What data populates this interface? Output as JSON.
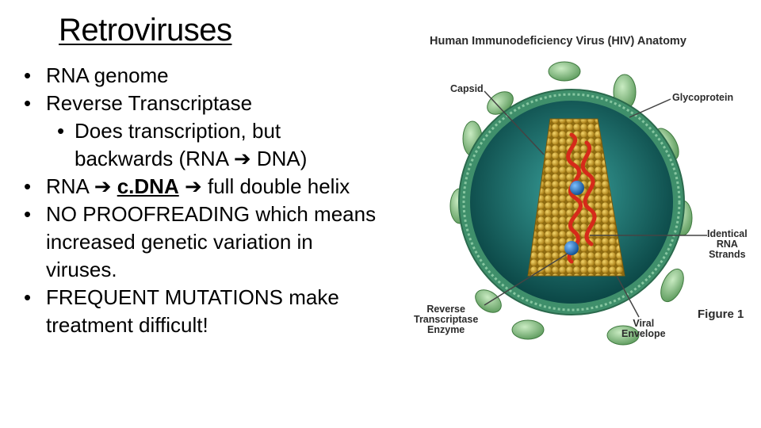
{
  "slide": {
    "title": "Retroviruses",
    "bullets": {
      "b1": "RNA genome",
      "b2": "Reverse Transcriptase",
      "b2_sub_line1": "Does transcription, but",
      "b2_sub_line2_pre": "backwards (RNA ",
      "b2_sub_line2_post": " DNA)",
      "b3_pre": "RNA ",
      "b3_cdna": "c.DNA",
      "b3_post": " full double helix",
      "b4_line1": "NO PROOFREADING which means",
      "b4_line2": "increased genetic variation in",
      "b4_line3": "viruses.",
      "b5_line1": "FREQUENT MUTATIONS make",
      "b5_line2": "treatment difficult!"
    },
    "bullet_glyph": "•",
    "arrow_glyph": "➔"
  },
  "figure": {
    "title": "Human Immunodeficiency Virus (HIV) Anatomy",
    "labels": {
      "capsid": "Capsid",
      "glycoprotein": "Glycoprotein",
      "rna_line1": "Identical",
      "rna_line2": "RNA",
      "rna_line3": "Strands",
      "rt_line1": "Reverse",
      "rt_line2": "Transcriptase",
      "rt_line3": "Enzyme",
      "env_line1": "Viral",
      "env_line2": "Envelope"
    },
    "caption": "Figure 1",
    "colors": {
      "envelope": "#3f8f6b",
      "interior": "#0f5a58",
      "glycoprotein": "#8cc98a",
      "capsid": "#d4a62a",
      "rna": "#d62a1a",
      "enzyme": "#1b6bb5"
    }
  }
}
